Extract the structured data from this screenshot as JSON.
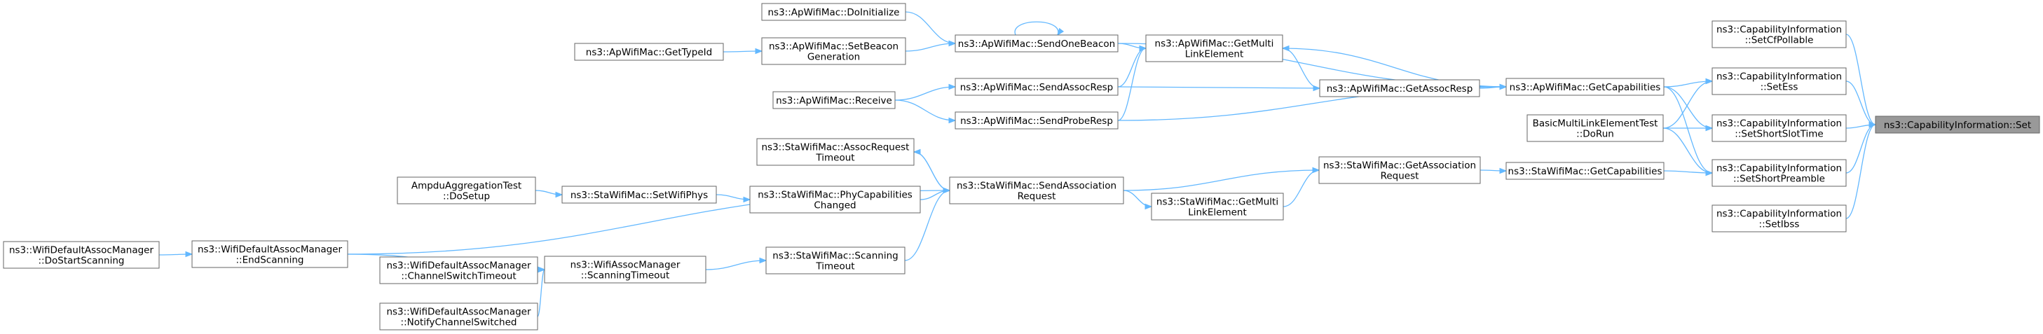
{
  "graph": {
    "title": "",
    "nodes": [
      {
        "id": "set",
        "lines": [
          "ns3::CapabilityInformation::Set"
        ],
        "root": true
      },
      {
        "id": "cfpoll",
        "lines": [
          "ns3::CapabilityInformation",
          "::SetCfPollable"
        ]
      },
      {
        "id": "setess",
        "lines": [
          "ns3::CapabilityInformation",
          "::SetEss"
        ]
      },
      {
        "id": "shortslot",
        "lines": [
          "ns3::CapabilityInformation",
          "::SetShortSlotTime"
        ]
      },
      {
        "id": "shortpre",
        "lines": [
          "ns3::CapabilityInformation",
          "::SetShortPreamble"
        ]
      },
      {
        "id": "setibss",
        "lines": [
          "ns3::CapabilityInformation",
          "::SetIbss"
        ]
      },
      {
        "id": "apgetcap",
        "lines": [
          "ns3::ApWifiMac::GetCapabilities"
        ]
      },
      {
        "id": "basicml",
        "lines": [
          "BasicMultiLinkElementTest",
          "::DoRun"
        ]
      },
      {
        "id": "stagetcap",
        "lines": [
          "ns3::StaWifiMac::GetCapabilities"
        ]
      },
      {
        "id": "apgetml",
        "lines": [
          "ns3::ApWifiMac::GetMulti",
          "LinkElement"
        ]
      },
      {
        "id": "apgetassoc",
        "lines": [
          "ns3::ApWifiMac::GetAssocResp"
        ]
      },
      {
        "id": "apsendbeacon",
        "lines": [
          "ns3::ApWifiMac::SendOneBeacon"
        ]
      },
      {
        "id": "apsendassoc",
        "lines": [
          "ns3::ApWifiMac::SendAssocResp"
        ]
      },
      {
        "id": "apsendprobe",
        "lines": [
          "ns3::ApWifiMac::SendProbeResp"
        ]
      },
      {
        "id": "apdoinit",
        "lines": [
          "ns3::ApWifiMac::DoInitialize"
        ]
      },
      {
        "id": "apsetbeacon",
        "lines": [
          "ns3::ApWifiMac::SetBeacon",
          "Generation"
        ]
      },
      {
        "id": "apgettype",
        "lines": [
          "ns3::ApWifiMac::GetTypeId"
        ]
      },
      {
        "id": "apreceive",
        "lines": [
          "ns3::ApWifiMac::Receive"
        ]
      },
      {
        "id": "stagetassoc",
        "lines": [
          "ns3::StaWifiMac::GetAssociation",
          "Request"
        ]
      },
      {
        "id": "stagetml",
        "lines": [
          "ns3::StaWifiMac::GetMulti",
          "LinkElement"
        ]
      },
      {
        "id": "stasendassoc",
        "lines": [
          "ns3::StaWifiMac::SendAssociation",
          "Request"
        ]
      },
      {
        "id": "staassoctimeout",
        "lines": [
          "ns3::StaWifiMac::AssocRequest",
          "Timeout"
        ]
      },
      {
        "id": "staphy",
        "lines": [
          "ns3::StaWifiMac::PhyCapabilities",
          "Changed"
        ]
      },
      {
        "id": "stascan",
        "lines": [
          "ns3::StaWifiMac::Scanning",
          "Timeout"
        ]
      },
      {
        "id": "stasetphys",
        "lines": [
          "ns3::StaWifiMac::SetWifiPhys"
        ]
      },
      {
        "id": "ampdu",
        "lines": [
          "AmpduAggregationTest",
          "::DoSetup"
        ]
      },
      {
        "id": "assocscan",
        "lines": [
          "ns3::WifiAssocManager",
          "::ScanningTimeout"
        ]
      },
      {
        "id": "defend",
        "lines": [
          "ns3::WifiDefaultAssocManager",
          "::EndScanning"
        ]
      },
      {
        "id": "defchan",
        "lines": [
          "ns3::WifiDefaultAssocManager",
          "::ChannelSwitchTimeout"
        ]
      },
      {
        "id": "defnotify",
        "lines": [
          "ns3::WifiDefaultAssocManager",
          "::NotifyChannelSwitched"
        ]
      },
      {
        "id": "defstart",
        "lines": [
          "ns3::WifiDefaultAssocManager",
          "::DoStartScanning"
        ]
      }
    ],
    "edges": [
      [
        "cfpoll",
        "set"
      ],
      [
        "setess",
        "set"
      ],
      [
        "shortslot",
        "set"
      ],
      [
        "shortpre",
        "set"
      ],
      [
        "setibss",
        "set"
      ],
      [
        "apgetcap",
        "setess"
      ],
      [
        "apgetcap",
        "shortslot"
      ],
      [
        "apgetcap",
        "shortpre"
      ],
      [
        "basicml",
        "setess"
      ],
      [
        "basicml",
        "shortslot"
      ],
      [
        "basicml",
        "shortpre"
      ],
      [
        "stagetcap",
        "shortpre"
      ],
      [
        "apgetml",
        "apgetcap"
      ],
      [
        "apgetassoc",
        "apgetcap"
      ],
      [
        "apsendbeacon",
        "apgetcap"
      ],
      [
        "apsendprobe",
        "apgetcap"
      ],
      [
        "apgetassoc",
        "apgetml"
      ],
      [
        "apsendbeacon",
        "apgetml"
      ],
      [
        "apsendassoc",
        "apgetml"
      ],
      [
        "apsendprobe",
        "apgetml"
      ],
      [
        "apsendassoc",
        "apgetassoc"
      ],
      [
        "apsendbeacon",
        "apsendbeacon"
      ],
      [
        "apdoinit",
        "apsendbeacon"
      ],
      [
        "apsetbeacon",
        "apsendbeacon"
      ],
      [
        "apgettype",
        "apsetbeacon"
      ],
      [
        "apreceive",
        "apsendassoc"
      ],
      [
        "apreceive",
        "apsendprobe"
      ],
      [
        "stagetassoc",
        "stagetcap"
      ],
      [
        "stasendassoc",
        "stagetassoc"
      ],
      [
        "stagetml",
        "stagetassoc"
      ],
      [
        "stasendassoc",
        "stagetml"
      ],
      [
        "staassoctimeout",
        "stasendassoc"
      ],
      [
        "staphy",
        "stasendassoc"
      ],
      [
        "stascan",
        "stasendassoc"
      ],
      [
        "stasendassoc",
        "staassoctimeout"
      ],
      [
        "stasetphys",
        "staphy"
      ],
      [
        "ampdu",
        "stasetphys"
      ],
      [
        "assocscan",
        "stascan"
      ],
      [
        "defend",
        "assocscan"
      ],
      [
        "defchan",
        "assocscan"
      ],
      [
        "defnotify",
        "assocscan"
      ],
      [
        "defstart",
        "defend"
      ],
      [
        "defend",
        "stasendassoc"
      ]
    ]
  }
}
